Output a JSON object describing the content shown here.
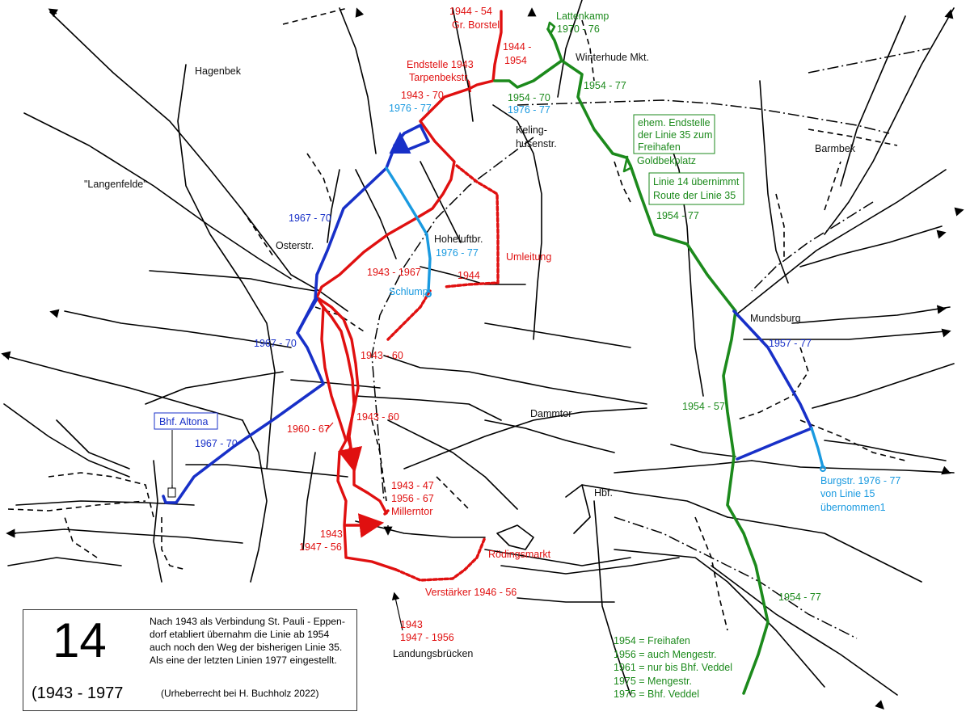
{
  "legend": {
    "line_number": "14",
    "years": "(1943 - 1977",
    "description": [
      "Nach 1943 als Verbindung St. Pauli - Eppen-",
      "dorf etabliert übernahm die Linie ab 1954",
      "auch noch den Weg der bisherigen Linie 35.",
      "Als eine der letzten Linien 1977 eingestellt."
    ],
    "copyright": "(Urheberrecht bei H. Buchholz 2022)"
  },
  "colors": {
    "red": "#e01010",
    "green": "#1c8a1c",
    "blue": "#1830c8",
    "cyan": "#1a9ae0"
  },
  "places": {
    "hagenbek": "Hagenbek",
    "langenfelde": "\"Langenfelde\"",
    "osterstr": "Osterstr.",
    "keling1": "Keling-",
    "keling2": "husenstr.",
    "hoheluft": "Hoheluftbr.",
    "winterhude": "Winterhude Mkt.",
    "barmbek": "Barmbek",
    "mundsburg": "Mundsburg",
    "dammtor": "Dammtor",
    "hbf": "Hbf.",
    "landungsbruecken": "Landungsbrücken"
  },
  "red_labels": {
    "borstel_years": "1944 - 54",
    "borstel_name": "Gr. Borstel",
    "seg_1944_a": "1944 -",
    "seg_1944_b": "1954",
    "endstelle_a": "Endstelle 1943",
    "endstelle_b": "Tarpenbekstr.",
    "seg_1943_70": "1943 - 70",
    "seg_1943_1967": "1943 - 1967",
    "umleitung": "Umleitung",
    "seg_1944": "1944",
    "seg_1943_60a": "1943 - 60",
    "seg_1943_60b": "1943 - 60",
    "seg_1960_67": "1960 - 67",
    "mill_a": "1943 - 47",
    "mill_b": "1956 - 67",
    "millerntor": "Millerntor",
    "left_a": "1943",
    "left_b": "1947 - 56",
    "roedingsmarkt": "Rödingsmarkt",
    "verstaerker": "Verstärker 1946 - 56",
    "bottom_a": "1943",
    "bottom_b": "1947 - 1956"
  },
  "green_labels": {
    "lattenkamp": "Lattenkamp",
    "lk_years": "1970 - 76",
    "seg_1954_70": "1954 - 70",
    "seg_1954_77a": "1954 - 77",
    "box1": [
      "ehem. Endstelle",
      "der Linie 35 zum",
      "Freihafen"
    ],
    "goldbek": "Goldbekplatz",
    "box2": [
      "Linie 14 übernimmt",
      "Route der Linie 35"
    ],
    "seg_1954_77b": "1954 - 77",
    "seg_1954_57": "1954 - 57",
    "seg_1954_77c": "1954 - 77",
    "notes": [
      "1954 = Freihafen",
      "1956 = auch Mengestr.",
      "1961 = nur bis Bhf. Veddel",
      "1975 = Mengestr.",
      "1975 = Bhf. Veddel"
    ]
  },
  "blue_labels": {
    "seg_1967_70a": "1967 - 70",
    "seg_1967_70b": "1967 - 70",
    "seg_1967_70c": "1967 - 70",
    "altona": "Bhf. Altona",
    "seg_1957_77": "1957 - 77"
  },
  "cyan_labels": {
    "seg_1976_77a": "1976 - 77",
    "seg_1976_77b": "1976 - 77",
    "seg_1976_77c": "1976 - 77",
    "schlump": "Schlump",
    "burg_a": "Burgstr. 1976 - 77",
    "burg_b": "von Linie 15",
    "burg_c": "übernommen1"
  }
}
